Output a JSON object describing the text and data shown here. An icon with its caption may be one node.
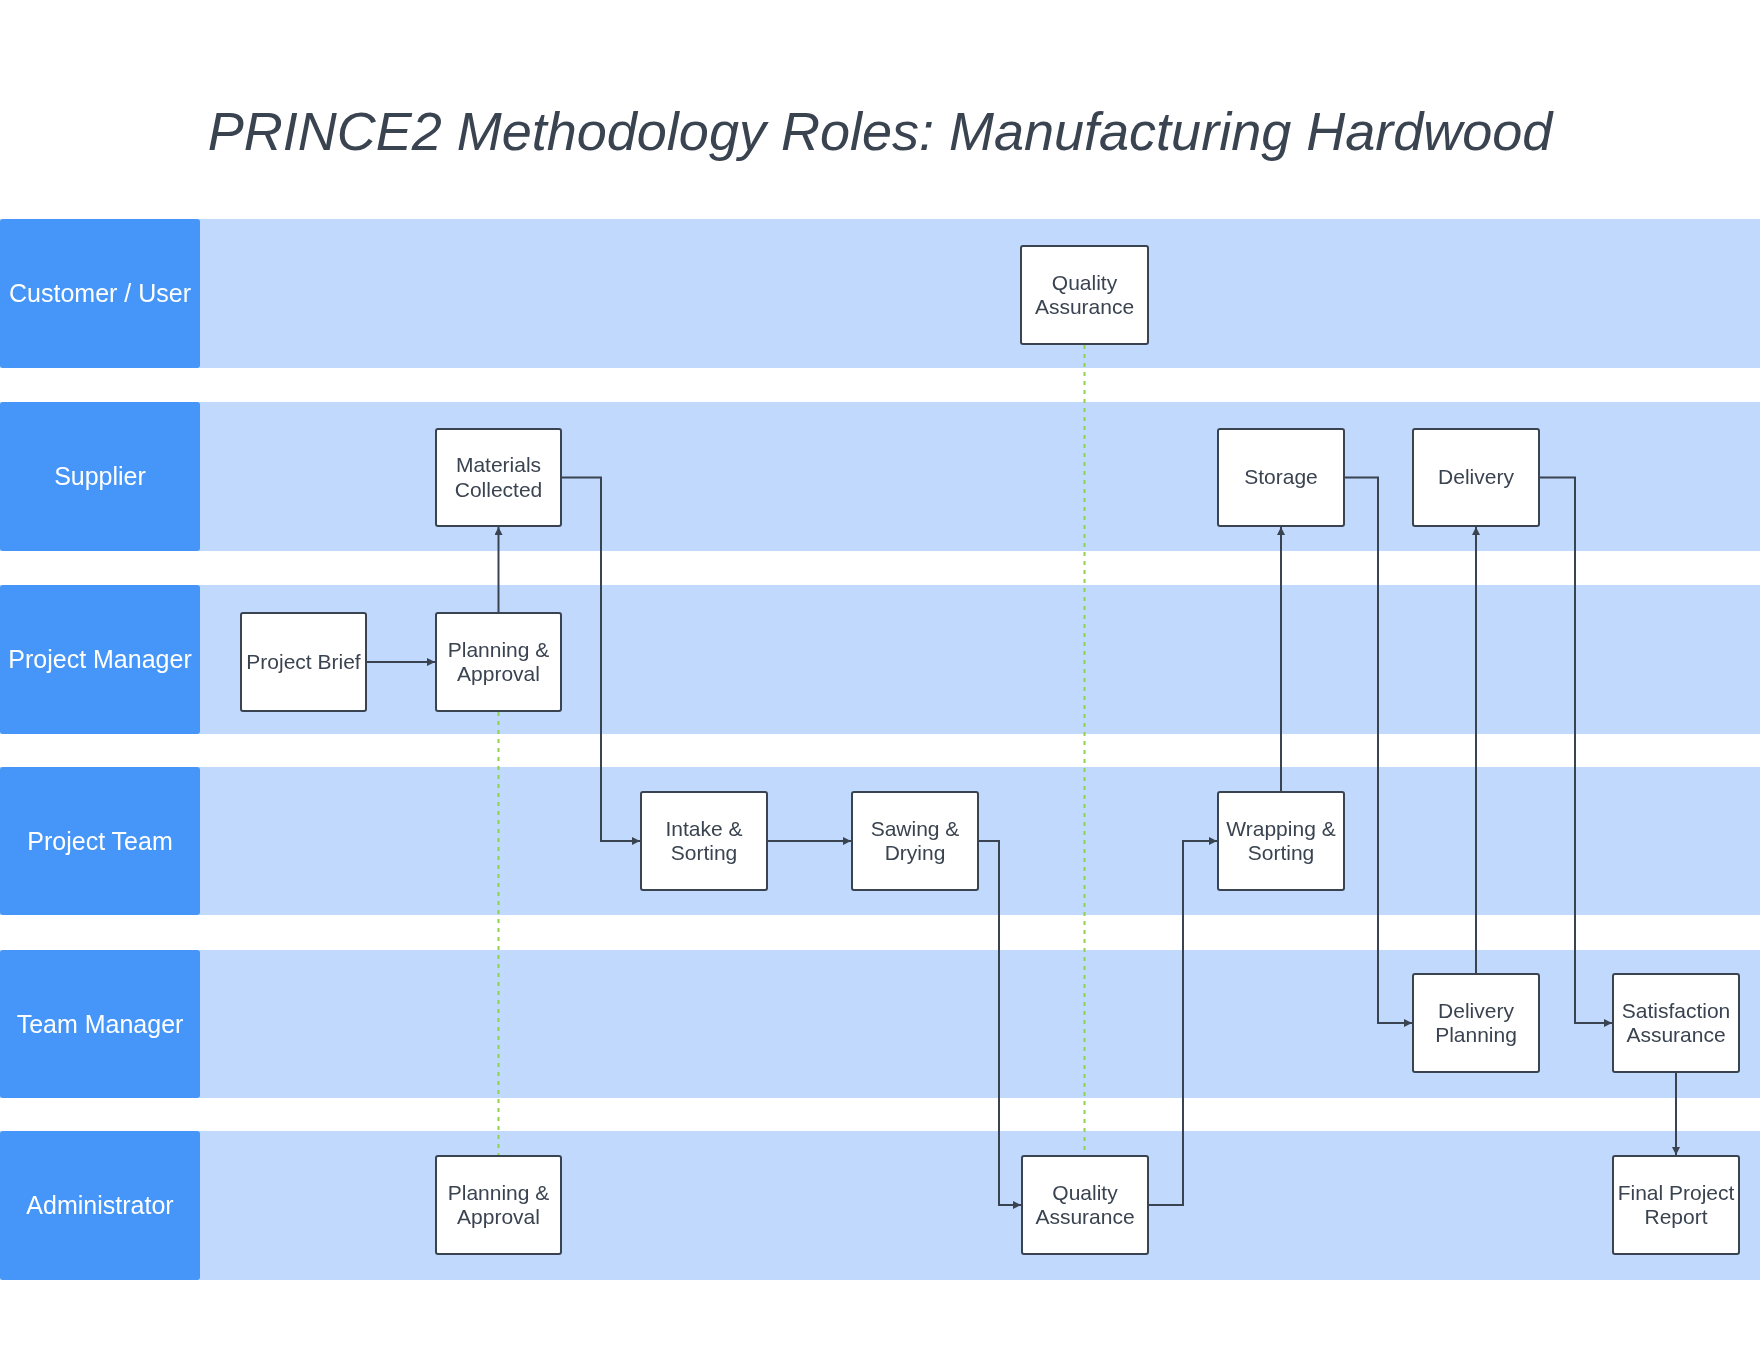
{
  "diagram": {
    "title": "PRINCE2 Methodology Roles: Manufacturing Hardwood",
    "nodes": [
      {
        "text": [
          "Customer / User"
        ]
      },
      {
        "text": [
          "Quality Assurance"
        ],
        "in": 0
      },
      {
        "text": [
          "Supplier"
        ]
      },
      {
        "text": [
          "Materials Collected"
        ],
        "in": 2
      },
      {
        "text": [
          "Storage"
        ],
        "in": 2
      },
      {
        "text": [
          "Delivery"
        ],
        "in": 2
      },
      {
        "text": [
          "Project Manager"
        ]
      },
      {
        "text": [
          "Project Brief"
        ],
        "in": 6
      },
      {
        "text": [
          "Planning & Approval"
        ],
        "in": 6
      },
      {
        "text": [
          "Project Team"
        ]
      },
      {
        "text": [
          "Intake & Sorting"
        ],
        "in": 9
      },
      {
        "text": [
          "Sawing & Drying"
        ],
        "in": 9
      },
      {
        "text": [
          "Wrapping & Sorting"
        ],
        "in": 9
      },
      {
        "text": [
          "Team Manager"
        ]
      },
      {
        "text": [
          "Delivery Planning"
        ],
        "in": 13
      },
      {
        "text": [
          "Satisfaction Assurance"
        ],
        "in": 13
      },
      {
        "text": [
          "Administrator"
        ]
      },
      {
        "text": [
          "Planning & Approval"
        ],
        "in": 16
      },
      {
        "text": [
          "Quality Assurance"
        ],
        "in": 16
      },
      {
        "text": [
          "Final Project Report"
        ],
        "in": 16
      }
    ],
    "edges": [
      {
        "from": 7,
        "to": 8,
        "arrow": "to"
      },
      {
        "from": 8,
        "to": 3,
        "arrow": "to"
      },
      {
        "from": 3,
        "to": 10,
        "arrow": "to"
      },
      {
        "from": 10,
        "to": 11,
        "arrow": "to"
      },
      {
        "from": 11,
        "to": 18,
        "arrow": "to"
      },
      {
        "from": 18,
        "to": 12,
        "arrow": "to"
      },
      {
        "from": 12,
        "to": 4,
        "arrow": "to"
      },
      {
        "from": 4,
        "to": 14,
        "arrow": "to"
      },
      {
        "from": 14,
        "to": 5,
        "arrow": "to"
      },
      {
        "from": 5,
        "to": 15,
        "arrow": "to"
      },
      {
        "from": 15,
        "to": 19,
        "arrow": "to"
      },
      {
        "from": 8,
        "to": 17,
        "arrow": "none",
        "style": "dashed",
        "color": "#8fd14f"
      },
      {
        "from": 1,
        "to": 18,
        "arrow": "none",
        "style": "dashed",
        "color": "#8fd14f"
      }
    ]
  }
}
